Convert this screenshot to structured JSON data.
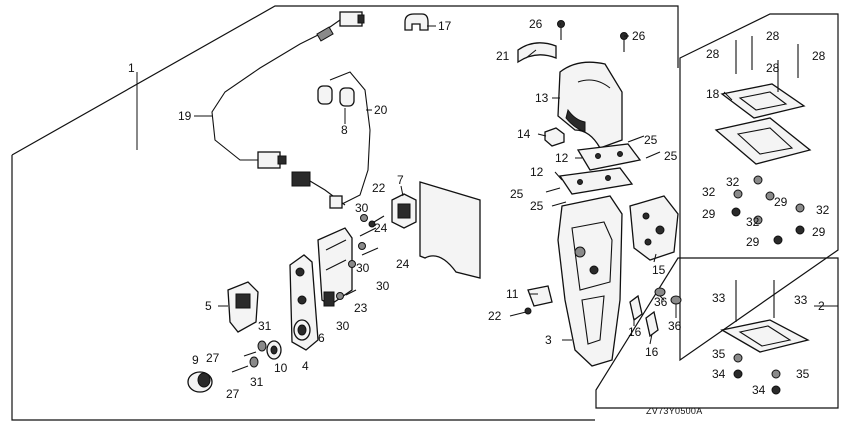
{
  "diagram_code": "ZV73Y0500A",
  "callouts": {
    "c1": "1",
    "c2": "2",
    "c3": "3",
    "c4": "4",
    "c5": "5",
    "c6": "6",
    "c7": "7",
    "c8": "8",
    "c9": "9",
    "c10": "10",
    "c11": "11",
    "c12a": "12",
    "c12b": "12",
    "c13": "13",
    "c14": "14",
    "c15": "15",
    "c16a": "16",
    "c16b": "16",
    "c17": "17",
    "c18": "18",
    "c19": "19",
    "c20": "20",
    "c21": "21",
    "c22a": "22",
    "c22b": "22",
    "c23": "23",
    "c24a": "24",
    "c24b": "24",
    "c25a": "25",
    "c25b": "25",
    "c25c": "25",
    "c25d": "25",
    "c26a": "26",
    "c26b": "26",
    "c27a": "27",
    "c27b": "27",
    "c28a": "28",
    "c28b": "28",
    "c28c": "28",
    "c28d": "28",
    "c29a": "29",
    "c29b": "29",
    "c29c": "29",
    "c29d": "29",
    "c30a": "30",
    "c30b": "30",
    "c30c": "30",
    "c30d": "30",
    "c31a": "31",
    "c31b": "31",
    "c32a": "32",
    "c32b": "32",
    "c32c": "32",
    "c32d": "32",
    "c33a": "33",
    "c33b": "33",
    "c34a": "34",
    "c34b": "34",
    "c35a": "35",
    "c35b": "35",
    "c36a": "36",
    "c36b": "36"
  }
}
